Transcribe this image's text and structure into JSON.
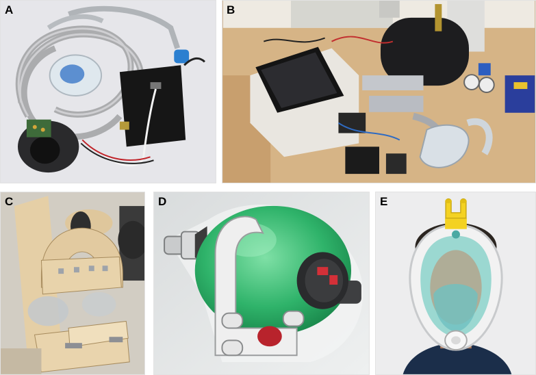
{
  "figure": {
    "panels": [
      {
        "id": "A",
        "label": "A",
        "depicts": "ventilator-kit-with-cpap-mask-hose-and-battery"
      },
      {
        "id": "B",
        "label": "B",
        "depicts": "electronic-ventilator-prototype-with-touchscreen-and-air-tank"
      },
      {
        "id": "C",
        "label": "C",
        "depicts": "wooden-bag-squeezer-prototype"
      },
      {
        "id": "D",
        "label": "D",
        "depicts": "3d-render-of-green-bag-with-pusher-frame"
      },
      {
        "id": "E",
        "label": "E",
        "depicts": "person-wearing-full-face-snorkel-mask-with-yellow-adapter"
      }
    ]
  },
  "colors": {
    "label_text": "#000000",
    "mask_frame": "#f2f2f2",
    "mask_lens": "#7ecfc6",
    "adapter_yellow": "#f4d222",
    "render_bag_green": "#2fb36a",
    "tank_black": "#1d1d1f",
    "wood": "#e2caa0"
  }
}
